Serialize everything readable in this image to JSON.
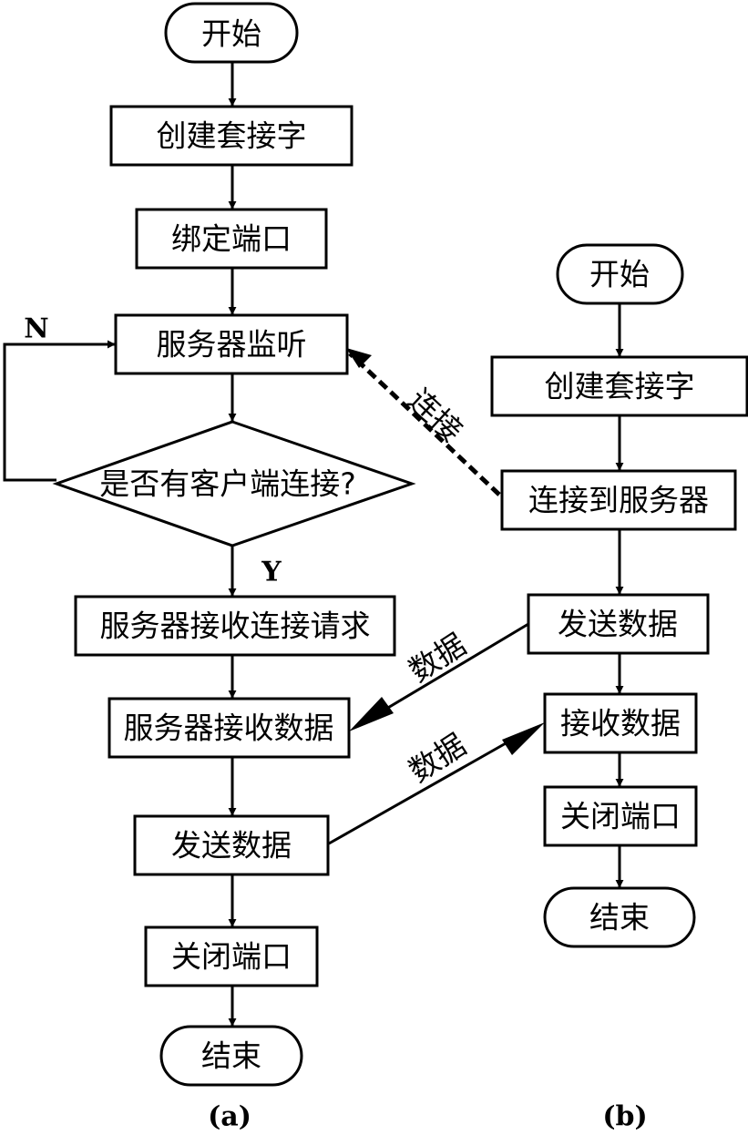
{
  "diagram": {
    "flow_a": {
      "start": "开始",
      "create_socket": "创建套接字",
      "bind_port": "绑定端口",
      "server_listen": "服务器监听",
      "decision": "是否有客户端连接?",
      "decision_no": "N",
      "decision_yes": "Y",
      "accept_request": "服务器接收连接请求",
      "receive_data": "服务器接收数据",
      "send_data": "发送数据",
      "close_port": "关闭端口",
      "end": "结束"
    },
    "flow_b": {
      "start": "开始",
      "create_socket": "创建套接字",
      "connect_server": "连接到服务器",
      "send_data": "发送数据",
      "receive_data": "接收数据",
      "close_port": "关闭端口",
      "end": "结束"
    },
    "edge_labels": {
      "connect": "连接",
      "data_to_server": "数据",
      "data_to_client": "数据"
    },
    "captions": {
      "a": "(a)",
      "b": "(b)"
    }
  }
}
